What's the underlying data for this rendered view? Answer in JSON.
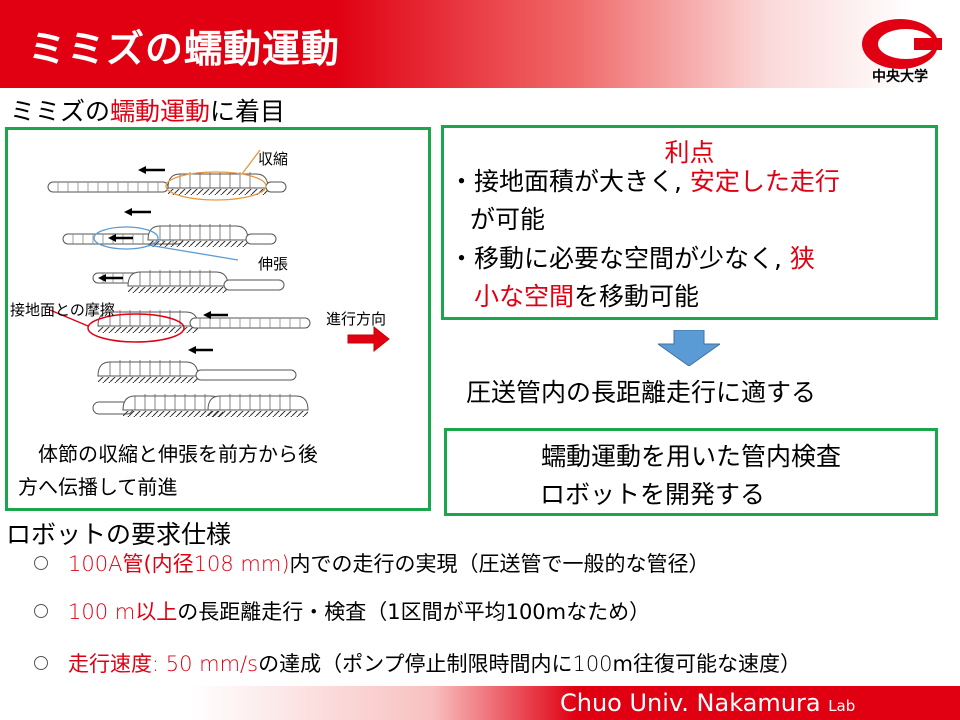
{
  "header": {
    "title": "ミミズの蠕動運動",
    "logo_text": "中央大学"
  },
  "heading": {
    "prefix": "ミミズの",
    "highlight": "蠕動運動",
    "suffix": "に着目"
  },
  "diagram": {
    "label_contraction": "収縮",
    "label_extension": "伸張",
    "label_friction": "接地面との摩擦",
    "label_direction": "進行方向",
    "caption_line1": "体節の収縮と伸張を前方から後",
    "caption_line2": "方へ伝播して前進"
  },
  "advantages": {
    "title": "利点",
    "item1_prefix": "・接地面積が大きく, ",
    "item1_highlight": "安定した走行",
    "item1_cont": "が可能",
    "item2_prefix": "・移動に必要な空間が少なく, ",
    "item2_highlight1": "狭",
    "item2_highlight2": "小な空間",
    "item2_suffix": "を移動可能"
  },
  "conclusion": "圧送管内の長距離走行に適する",
  "development": {
    "line1": "蠕動運動を用いた管内検査",
    "line2": "ロボットを開発する"
  },
  "specs": {
    "title": "ロボットの要求仕様",
    "items": [
      {
        "parts": [
          {
            "text": "100A",
            "red": true,
            "thin": true
          },
          {
            "text": "管(内径",
            "red": true
          },
          {
            "text": "108 mm)",
            "red": true,
            "thin": true
          },
          {
            "text": "内での走行の実現（圧送管で一般的な管径）"
          }
        ]
      },
      {
        "parts": [
          {
            "text": "100 m",
            "red": true,
            "thin": true
          },
          {
            "text": "以上",
            "red": true
          },
          {
            "text": "の長距離走行・検査（1区間が平均100mなため）"
          }
        ]
      },
      {
        "parts": [
          {
            "text": "走行速度",
            "red": true
          },
          {
            "text": ": 50 mm/s",
            "red": true,
            "thin": true
          },
          {
            "text": "の達成（ポンプ停止制限時間内に"
          },
          {
            "text": "100",
            "thin": true
          },
          {
            "text": "m往復可能な速度）"
          }
        ]
      }
    ]
  },
  "footer": {
    "text": "Chuo Univ. Nakamura",
    "small": "Lab"
  },
  "colors": {
    "accent_red": "#e00012",
    "box_green": "#1aa64a",
    "arrow_blue": "#5b9bd5"
  }
}
